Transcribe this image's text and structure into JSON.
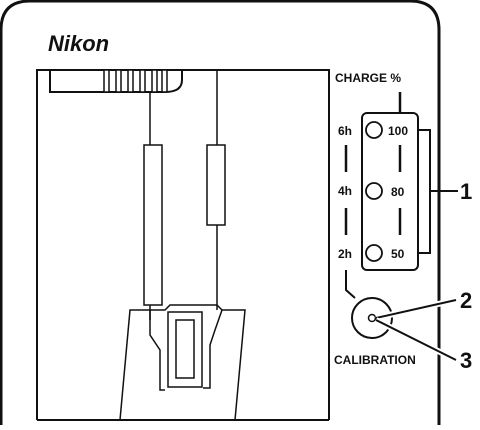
{
  "brand": "Nikon",
  "charge_label": "CHARGE %",
  "time_labels": [
    "6h",
    "4h",
    "2h"
  ],
  "percent_labels": [
    "100",
    "80",
    "50"
  ],
  "calibration_label": "CALIBRATION",
  "callouts": [
    "1",
    "2",
    "3"
  ]
}
